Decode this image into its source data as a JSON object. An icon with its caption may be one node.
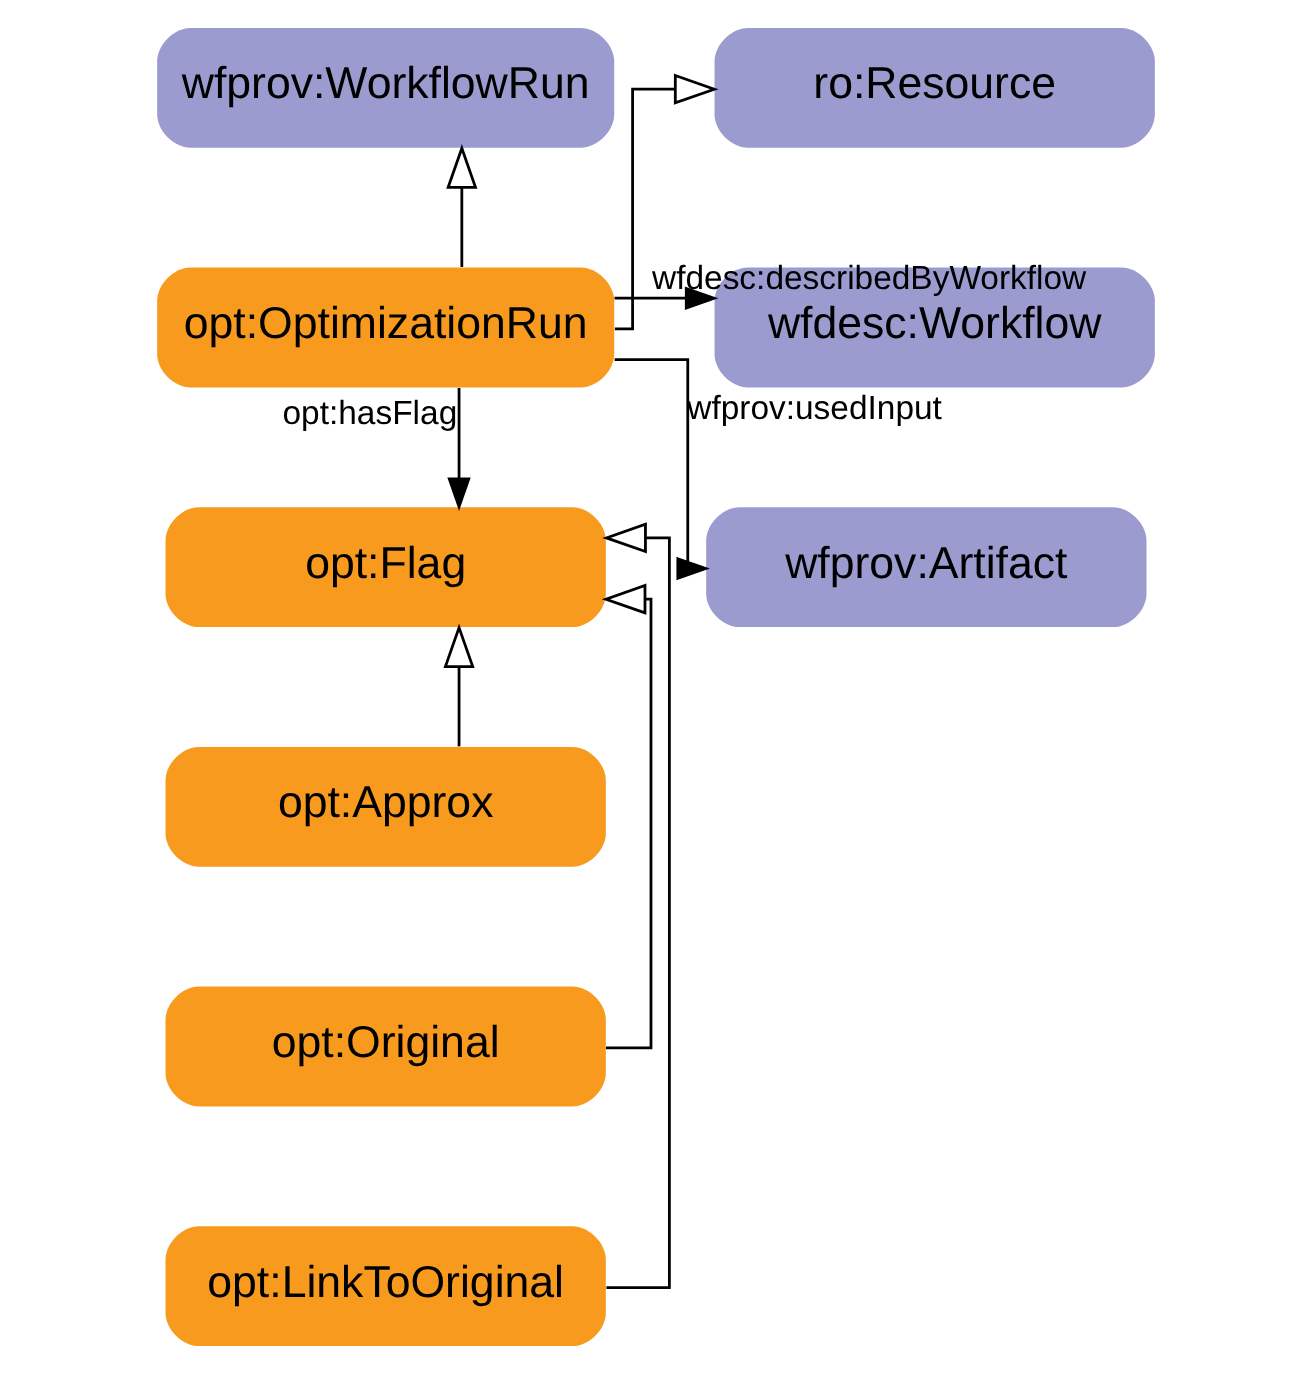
{
  "diagram": {
    "nodes": [
      {
        "text": [
          "wfprov:WorkflowRun"
        ]
      },
      {
        "text": [
          "ro:Resource"
        ]
      },
      {
        "text": [
          "opt:OptimizationRun"
        ]
      },
      {
        "text": [
          "wfdesc:Workflow"
        ]
      },
      {
        "text": [
          "opt:Flag"
        ]
      },
      {
        "text": [
          "wfprov:Artifact"
        ]
      },
      {
        "text": [
          "opt:Approx"
        ]
      },
      {
        "text": [
          "opt:Original"
        ]
      },
      {
        "text": [
          "opt:LinkToOriginal"
        ]
      }
    ],
    "edges": [
      {
        "from": 2,
        "to": 0,
        "arrow": "to"
      },
      {
        "from": 2,
        "to": 1,
        "arrow": "to"
      },
      {
        "from": 2,
        "to": 3,
        "arrow": "to",
        "label": "wfdesc:describedByWorkflow"
      },
      {
        "from": 2,
        "to": 5,
        "arrow": "to",
        "label": "wfprov:usedInput"
      },
      {
        "from": 2,
        "to": 4,
        "arrow": "to",
        "label": "opt:hasFlag"
      },
      {
        "from": 6,
        "to": 4,
        "arrow": "to"
      },
      {
        "from": 7,
        "to": 4,
        "arrow": "to"
      },
      {
        "from": 8,
        "to": 4,
        "arrow": "to"
      }
    ]
  }
}
